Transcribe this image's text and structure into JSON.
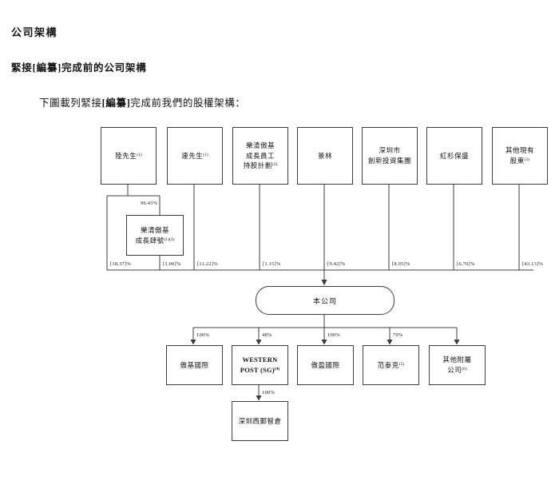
{
  "page": {
    "title": "公司架構",
    "section_heading": "緊接[編纂]完成前的公司架構",
    "intro": {
      "pre": "下圖載列緊接",
      "redacted": "[編纂]",
      "post": "完成前我們的股權架構："
    }
  },
  "diagram": {
    "shareholders": [
      {
        "name": "陸先生",
        "sup": "(1)",
        "pct": "[18.37]%"
      },
      {
        "name": "連先生",
        "sup": "(1)",
        "pct": "[11.22]%"
      },
      {
        "name": "樂清傲基\n成長員工\n持股計劃",
        "sup": "(2)",
        "pct": "[1.15]%"
      },
      {
        "name": "景林",
        "sup": "",
        "pct": "[9.42]%"
      },
      {
        "name": "深圳市\n創新投資集團",
        "sup": "",
        "pct": "[8.95]%"
      },
      {
        "name": "紅杉保盛",
        "sup": "",
        "pct": "[6.70]%"
      },
      {
        "name": "其他現有\n股東",
        "sup": "(3)",
        "pct": "[43.13]%"
      }
    ],
    "holding_vehicle": {
      "name": "樂清傲基\n成長肆號",
      "sup": "(1)(2)",
      "upstream_pct": "96.43%",
      "pct": "[1.06]%"
    },
    "company": {
      "name": "本公司"
    },
    "subsidiaries": [
      {
        "name": "傲基國際",
        "sup": "",
        "pct": "100%"
      },
      {
        "name": "WESTERN\nPOST (SG)",
        "sup": "(4)",
        "pct": "48%"
      },
      {
        "name": "傲盈國際",
        "sup": "",
        "pct": "100%"
      },
      {
        "name": "范泰克",
        "sup": "(5)",
        "pct": "70%"
      },
      {
        "name": "其他附屬\n公司",
        "sup": "(6)",
        "pct": ""
      }
    ],
    "second_tier": {
      "name": "深圳西郵智倉",
      "pct": "100%"
    }
  }
}
